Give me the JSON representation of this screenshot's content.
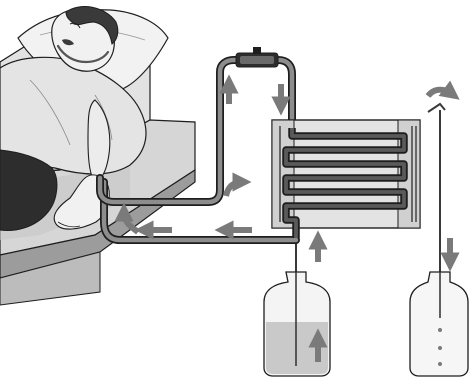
{
  "figure": {
    "style": "grayscale line illustration",
    "components": [
      {
        "name": "patient",
        "icon": "person-lying-on-bed"
      },
      {
        "name": "bed",
        "icon": "bed-icon"
      },
      {
        "name": "tubing",
        "icon": "tubing"
      },
      {
        "name": "pump",
        "icon": "pump-icon"
      },
      {
        "name": "coil-exchanger",
        "icon": "coil-exchanger"
      },
      {
        "name": "inlet-bottle",
        "icon": "bottle-icon"
      },
      {
        "name": "outlet-bottle",
        "icon": "bottle-icon"
      }
    ],
    "flow_arrows": [
      "up",
      "down",
      "up-right",
      "left",
      "left",
      "up-left",
      "up",
      "up",
      "down",
      "right"
    ]
  },
  "colors": {
    "outline": "#1e1e1e",
    "tube_dark": "#3a3a3a",
    "tube_light": "#8d8d8d",
    "skin": "#f1f1f1",
    "shirt": "#e4e4e4",
    "bed_light": "#d9d9d9",
    "bed_dark": "#9c9c9c",
    "panel": "#e3e3e3",
    "arrow": "#7a7a7a",
    "liquid": "#c9c9c9",
    "background": "#ffffff"
  }
}
